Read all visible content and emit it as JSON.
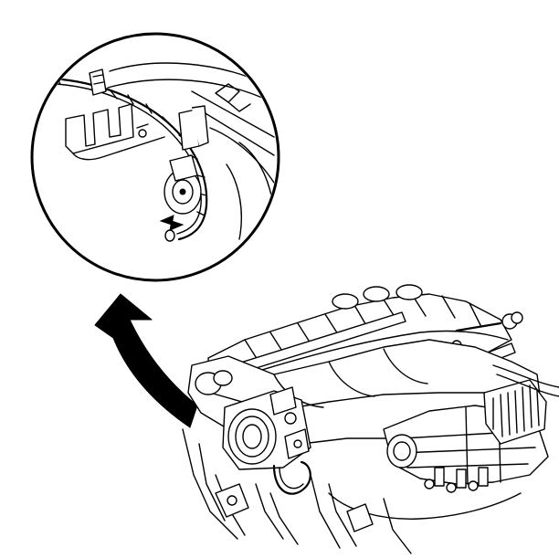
{
  "diagram": {
    "labels": [],
    "colors": {
      "line": "#000000",
      "background": "#ffffff"
    },
    "parts": {
      "detail_view": "magnified-detail-circle",
      "callout": "curved-callout-arrow",
      "assembly": "engine-intake-manifold-assembly"
    }
  }
}
